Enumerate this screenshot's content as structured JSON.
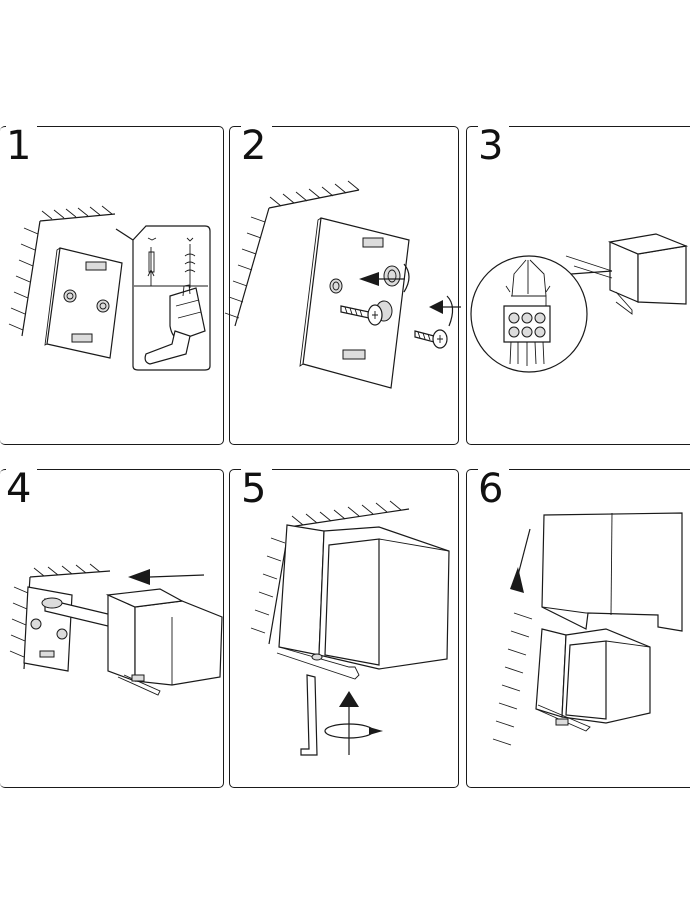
{
  "steps": [
    {
      "number": "1"
    },
    {
      "number": "2"
    },
    {
      "number": "3"
    },
    {
      "number": "4"
    },
    {
      "number": "5"
    },
    {
      "number": "6"
    }
  ],
  "colors": {
    "ink": "#1a1a1a",
    "paper": "#ffffff"
  }
}
